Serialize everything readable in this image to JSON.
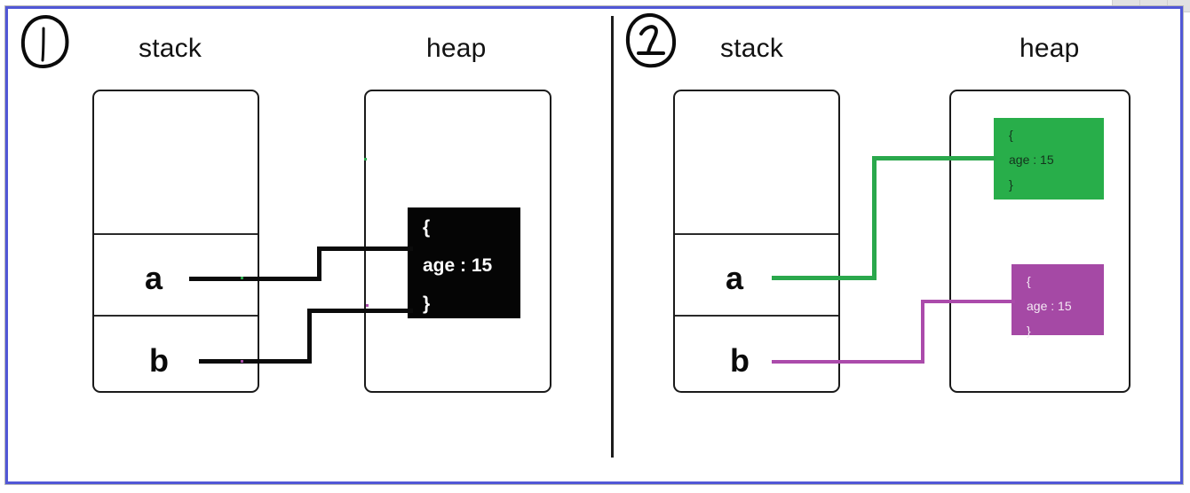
{
  "canvas": {
    "accent_border_color": "#5157d6",
    "background": "#ffffff",
    "divider_color": "#1c1c1c"
  },
  "panels": [
    {
      "id": "panel-1",
      "step_number": "1",
      "step_badge_icon": "hand-drawn-circled-one-icon",
      "stack": {
        "label": "stack",
        "cells": [
          {
            "name": "",
            "has_pointer": false
          },
          {
            "name": "a",
            "has_pointer": true
          },
          {
            "name": "b",
            "has_pointer": true
          }
        ]
      },
      "heap": {
        "label": "heap",
        "objects": [
          {
            "id": "shared-object",
            "color": "#050505",
            "text_color": "#ffffff",
            "lines": [
              "{",
              "age : 15",
              "}"
            ],
            "property": "age",
            "value": "15"
          }
        ]
      },
      "pointers": [
        {
          "from": "a",
          "to": "shared-object",
          "color": "#0b0b0b"
        },
        {
          "from": "b",
          "to": "shared-object",
          "color": "#0b0b0b"
        }
      ]
    },
    {
      "id": "panel-2",
      "step_number": "2",
      "step_badge_icon": "hand-drawn-circled-two-icon",
      "stack": {
        "label": "stack",
        "cells": [
          {
            "name": "",
            "has_pointer": false
          },
          {
            "name": "a",
            "has_pointer": true
          },
          {
            "name": "b",
            "has_pointer": true
          }
        ]
      },
      "heap": {
        "label": "heap",
        "objects": [
          {
            "id": "object-a",
            "color": "#28ae4a",
            "text_color": "#14331d",
            "lines": [
              "{",
              "age : 15",
              "}"
            ],
            "property": "age",
            "value": "15"
          },
          {
            "id": "object-b",
            "color": "#a549a5",
            "text_color": "#f4e9f4",
            "lines": [
              "{",
              "age : 15",
              "}"
            ],
            "property": "age",
            "value": "15"
          }
        ]
      },
      "pointers": [
        {
          "from": "a",
          "to": "object-a",
          "color": "#2aa84c"
        },
        {
          "from": "b",
          "to": "object-b",
          "color": "#ab4bab"
        }
      ]
    }
  ]
}
